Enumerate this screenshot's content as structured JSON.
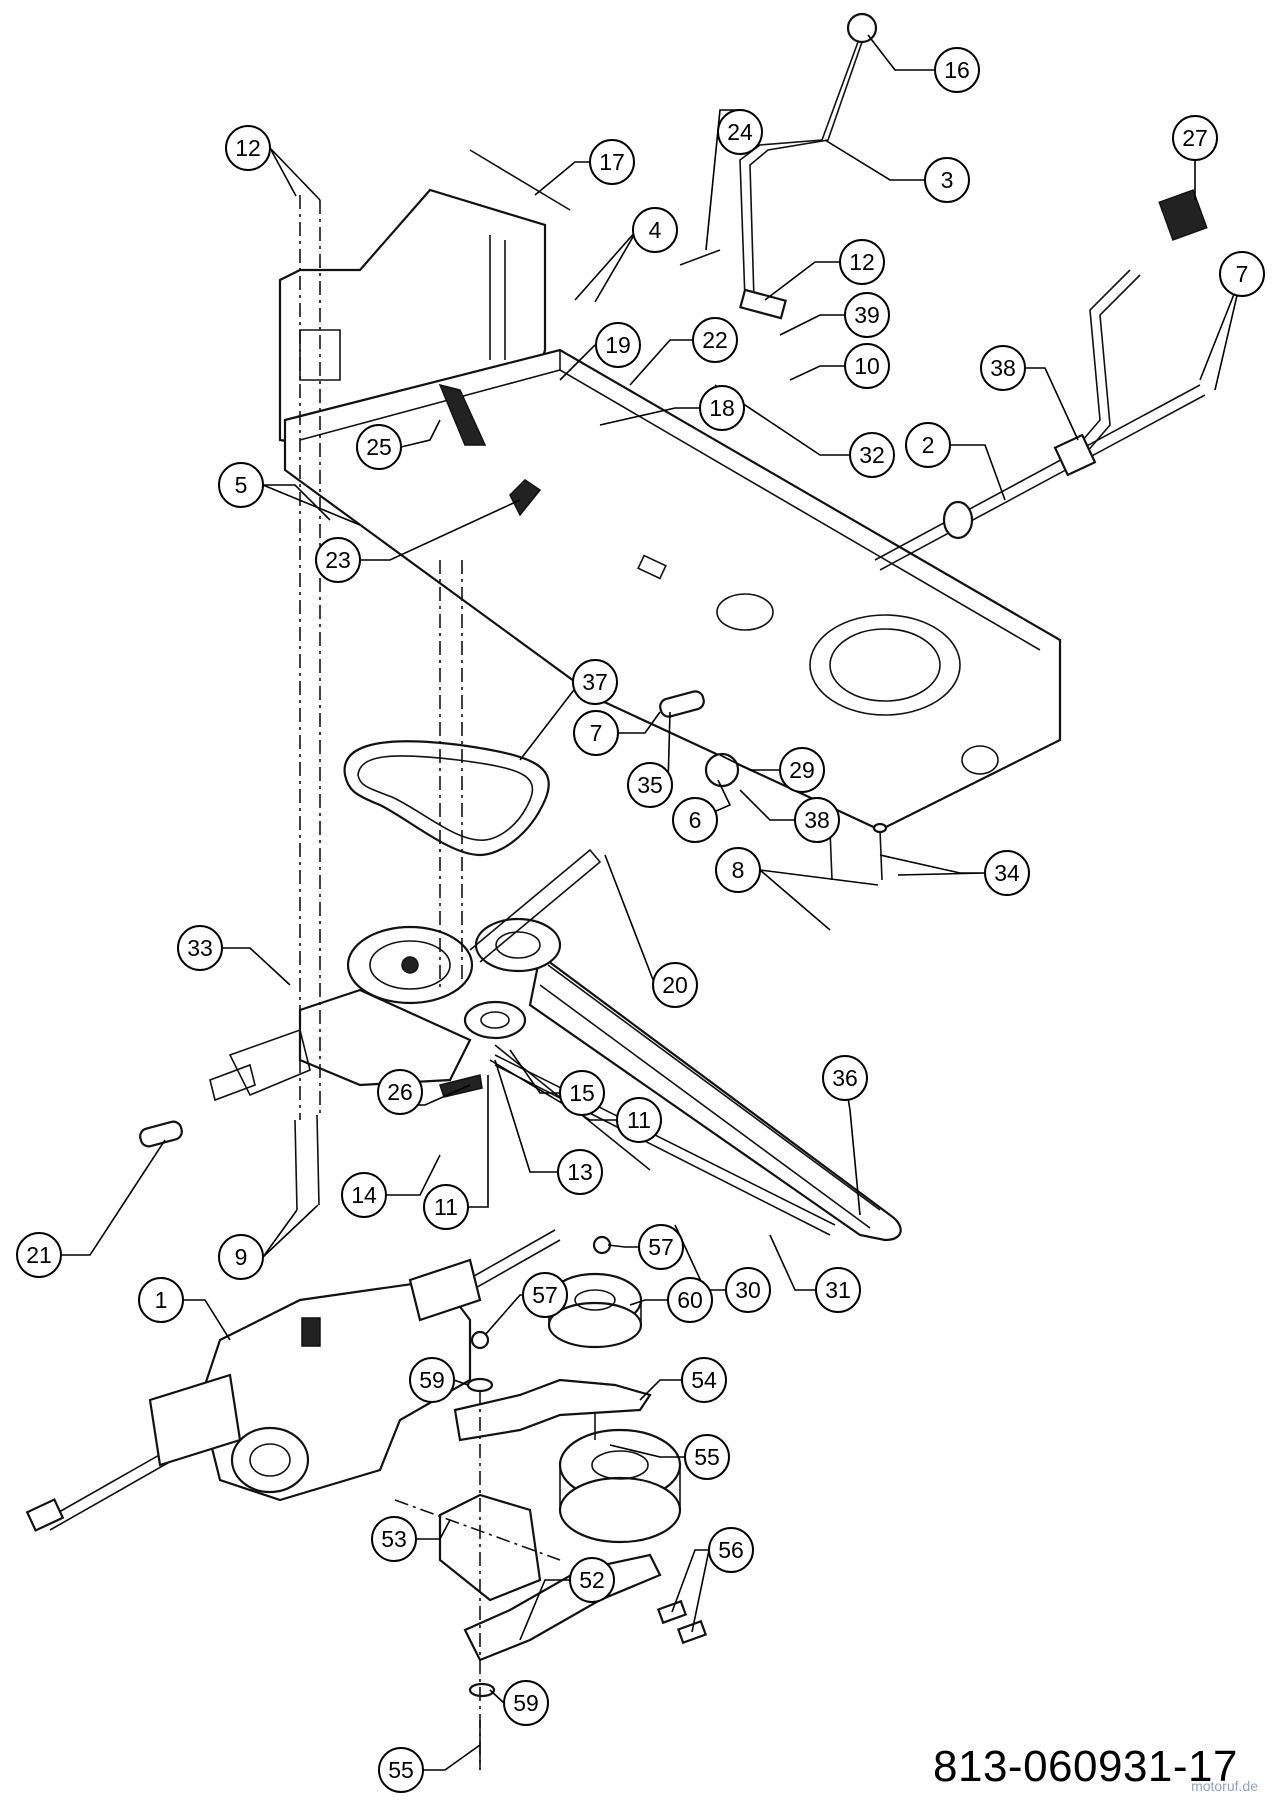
{
  "document_number": "813-060931-17",
  "watermark": "motoruf.de",
  "callouts": [
    {
      "label": "16"
    },
    {
      "label": "24"
    },
    {
      "label": "17"
    },
    {
      "label": "12"
    },
    {
      "label": "3"
    },
    {
      "label": "27"
    },
    {
      "label": "4"
    },
    {
      "label": "12"
    },
    {
      "label": "7"
    },
    {
      "label": "39"
    },
    {
      "label": "22"
    },
    {
      "label": "19"
    },
    {
      "label": "10"
    },
    {
      "label": "38"
    },
    {
      "label": "18"
    },
    {
      "label": "25"
    },
    {
      "label": "32"
    },
    {
      "label": "2"
    },
    {
      "label": "5"
    },
    {
      "label": "23"
    },
    {
      "label": "37"
    },
    {
      "label": "7"
    },
    {
      "label": "29"
    },
    {
      "label": "35"
    },
    {
      "label": "6"
    },
    {
      "label": "38"
    },
    {
      "label": "8"
    },
    {
      "label": "34"
    },
    {
      "label": "20"
    },
    {
      "label": "33"
    },
    {
      "label": "36"
    },
    {
      "label": "15"
    },
    {
      "label": "26"
    },
    {
      "label": "11"
    },
    {
      "label": "13"
    },
    {
      "label": "14"
    },
    {
      "label": "11"
    },
    {
      "label": "21"
    },
    {
      "label": "9"
    },
    {
      "label": "57"
    },
    {
      "label": "1"
    },
    {
      "label": "57"
    },
    {
      "label": "60"
    },
    {
      "label": "30"
    },
    {
      "label": "31"
    },
    {
      "label": "59"
    },
    {
      "label": "54"
    },
    {
      "label": "55"
    },
    {
      "label": "53"
    },
    {
      "label": "56"
    },
    {
      "label": "52"
    },
    {
      "label": "59"
    },
    {
      "label": "55"
    }
  ]
}
